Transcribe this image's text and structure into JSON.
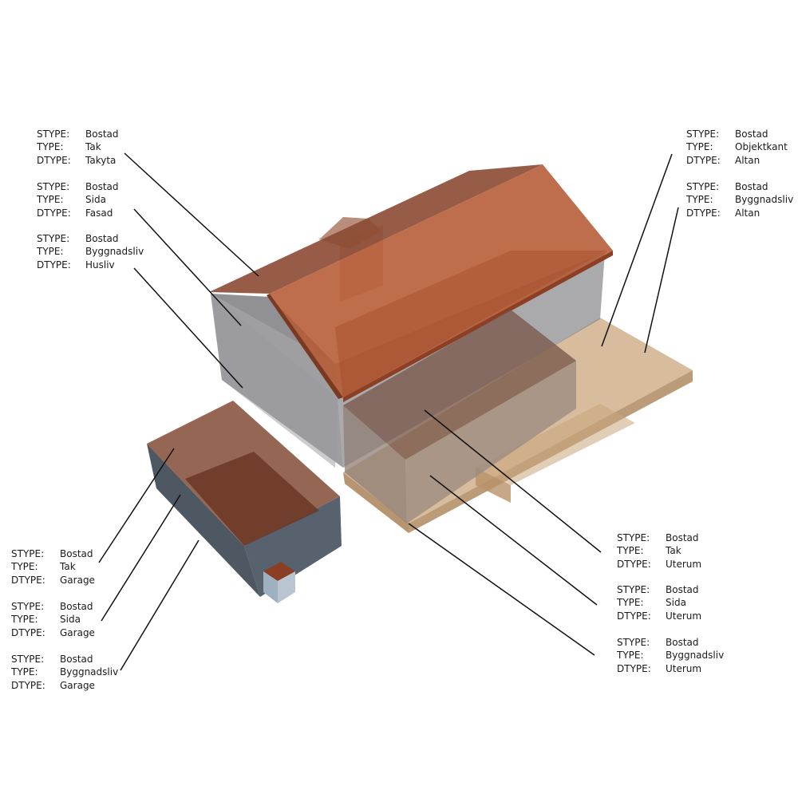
{
  "labels": [
    {
      "id": "left-1",
      "rows": [
        {
          "key": "STYPE:",
          "value": "Bostad"
        },
        {
          "key": "TYPE:",
          "value": "Tak"
        },
        {
          "key": "DTYPE:",
          "value": "Takyta"
        }
      ]
    },
    {
      "id": "left-2",
      "rows": [
        {
          "key": "STYPE:",
          "value": "Bostad"
        },
        {
          "key": "TYPE:",
          "value": "Sida"
        },
        {
          "key": "DTYPE:",
          "value": "Fasad"
        }
      ]
    },
    {
      "id": "left-3",
      "rows": [
        {
          "key": "STYPE:",
          "value": "Bostad"
        },
        {
          "key": "TYPE:",
          "value": "Byggnadsliv"
        },
        {
          "key": "DTYPE:",
          "value": "Husliv"
        }
      ]
    },
    {
      "id": "right-1",
      "rows": [
        {
          "key": "STYPE:",
          "value": "Bostad"
        },
        {
          "key": "TYPE:",
          "value": "Objektkant"
        },
        {
          "key": "DTYPE:",
          "value": "Altan"
        }
      ]
    },
    {
      "id": "right-2",
      "rows": [
        {
          "key": "STYPE:",
          "value": "Bostad"
        },
        {
          "key": "TYPE:",
          "value": "Byggnadsliv"
        },
        {
          "key": "DTYPE:",
          "value": "Altan"
        }
      ]
    },
    {
      "id": "garage-1",
      "rows": [
        {
          "key": "STYPE:",
          "value": "Bostad"
        },
        {
          "key": "TYPE:",
          "value": "Tak"
        },
        {
          "key": "DTYPE:",
          "value": "Garage"
        }
      ]
    },
    {
      "id": "garage-2",
      "rows": [
        {
          "key": "STYPE:",
          "value": "Bostad"
        },
        {
          "key": "TYPE:",
          "value": "Sida"
        },
        {
          "key": "DTYPE:",
          "value": "Garage"
        }
      ]
    },
    {
      "id": "garage-3",
      "rows": [
        {
          "key": "STYPE:",
          "value": "Bostad"
        },
        {
          "key": "TYPE:",
          "value": "Byggnadsliv"
        },
        {
          "key": "DTYPE:",
          "value": "Garage"
        }
      ]
    },
    {
      "id": "uterum-1",
      "rows": [
        {
          "key": "STYPE:",
          "value": "Bostad"
        },
        {
          "key": "TYPE:",
          "value": "Tak"
        },
        {
          "key": "DTYPE:",
          "value": "Uterum"
        }
      ]
    },
    {
      "id": "uterum-2",
      "rows": [
        {
          "key": "STYPE:",
          "value": "Bostad"
        },
        {
          "key": "TYPE:",
          "value": "Sida"
        },
        {
          "key": "DTYPE:",
          "value": "Uterum"
        }
      ]
    },
    {
      "id": "uterum-3",
      "rows": [
        {
          "key": "STYPE:",
          "value": "Bostad"
        },
        {
          "key": "TYPE:",
          "value": "Byggnadsliv"
        },
        {
          "key": "DTYPE:",
          "value": "Uterum"
        }
      ]
    }
  ],
  "colors": {
    "roof": "#b0532e",
    "roof_dark": "#8a3f25",
    "wall": "#8b8b8f",
    "wall_dark": "#6f6f73",
    "garage_wall": "#3d4852",
    "deck": "#c9a57c",
    "leader": "#111111"
  }
}
